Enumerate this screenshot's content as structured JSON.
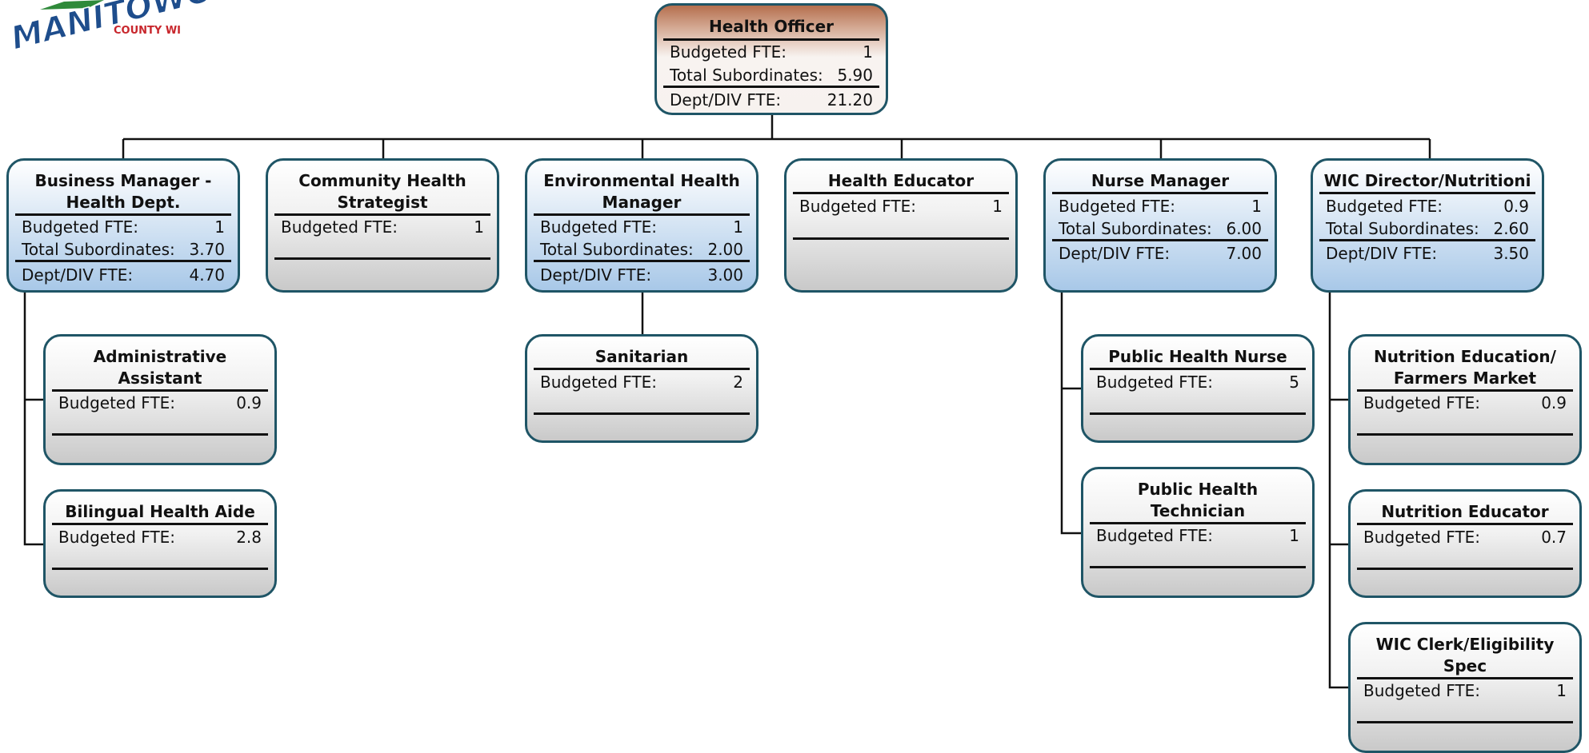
{
  "logo": {
    "name": "MANITOWOC",
    "sub": "COUNTY WI"
  },
  "labels": {
    "budgeted": "Budgeted FTE:",
    "subordinates": "Total Subordinates:",
    "dept": "Dept/DIV FTE:"
  },
  "nodes": {
    "health_officer": {
      "title": "Health Officer",
      "budgeted": "1",
      "subordinates": "5.90",
      "dept": "21.20"
    },
    "business_manager": {
      "title_1": "Business Manager -",
      "title_2": "Health Dept.",
      "budgeted": "1",
      "subordinates": "3.70",
      "dept": "4.70"
    },
    "community_health": {
      "title_1": "Community Health",
      "title_2": "Strategist",
      "budgeted": "1"
    },
    "environmental_health": {
      "title_1": "Environmental Health",
      "title_2": "Manager",
      "budgeted": "1",
      "subordinates": "2.00",
      "dept": "3.00"
    },
    "health_educator": {
      "title": "Health Educator",
      "budgeted": "1"
    },
    "nurse_manager": {
      "title": "Nurse Manager",
      "budgeted": "1",
      "subordinates": "6.00",
      "dept": "7.00"
    },
    "wic_director": {
      "title": "WIC Director/Nutritioni",
      "budgeted": "0.9",
      "subordinates": "2.60",
      "dept": "3.50"
    },
    "admin_assistant": {
      "title_1": "Administrative",
      "title_2": "Assistant",
      "budgeted": "0.9"
    },
    "bilingual_aide": {
      "title": "Bilingual Health Aide",
      "budgeted": "2.8"
    },
    "sanitarian": {
      "title": "Sanitarian",
      "budgeted": "2"
    },
    "public_health_nurse": {
      "title": "Public Health Nurse",
      "budgeted": "5"
    },
    "public_health_tech": {
      "title_1": "Public Health",
      "title_2": "Technician",
      "budgeted": "1"
    },
    "nutrition_ed_farmers": {
      "title_1": "Nutrition Education/",
      "title_2": "Farmers Market",
      "budgeted": "0.9"
    },
    "nutrition_educator": {
      "title": "Nutrition Educator",
      "budgeted": "0.7"
    },
    "wic_clerk": {
      "title_1": "WIC Clerk/Eligibility",
      "title_2": "Spec",
      "budgeted": "1"
    }
  }
}
